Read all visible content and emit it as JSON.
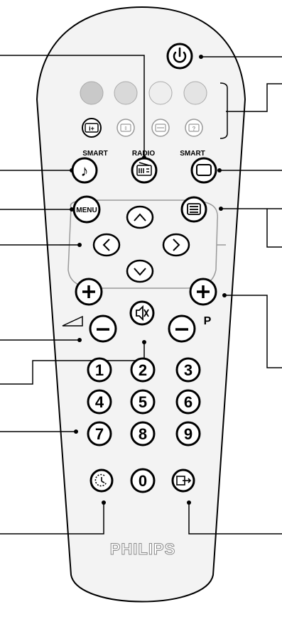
{
  "labels": {
    "smart_left": "SMART",
    "radio": "RADIO",
    "smart_right": "SMART",
    "menu": "MENU",
    "program": "P",
    "brand": "PHILIPS"
  },
  "keypad": [
    "1",
    "2",
    "3",
    "4",
    "5",
    "6",
    "7",
    "8",
    "9",
    "0"
  ],
  "colors": {
    "body": "#f3f3f3",
    "outline": "#000000",
    "key_red": "#c9c9c9",
    "key_green": "#d9d9d9",
    "key_yellow": "#eeeeee",
    "key_blue": "#e4e4e4"
  },
  "icons": {
    "power": "power-icon",
    "info": "info-plus-icon",
    "sound": "music-note-icon",
    "radio": "radio-icon",
    "picture": "screen-icon",
    "teletext": "teletext-icon",
    "mute": "mute-icon",
    "sleep": "sleep-timer-icon",
    "input": "input-source-icon"
  }
}
